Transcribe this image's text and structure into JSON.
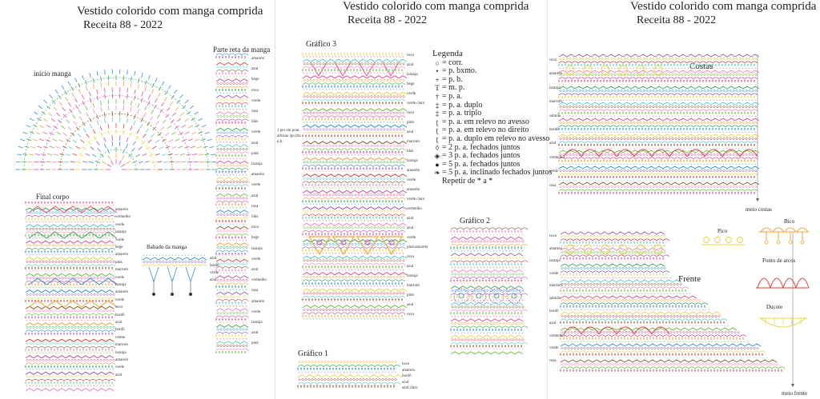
{
  "panels": [
    {
      "title": "Vestido colorido com manga comprida",
      "subtitle": "Receita  88 - 2022"
    },
    {
      "title": "Vestido colorido com manga comprida",
      "subtitle": "Receita  88 - 2022"
    },
    {
      "title": "Vestido colorido com manga comprida",
      "subtitle": "Receita  88 - 2022"
    }
  ],
  "labels": {
    "inicio_manga": "início manga",
    "parte_reta": "Parte reta da manga",
    "final_corpo": "Final corpo",
    "babado_manga": "Babado da manga",
    "grafico3": "Gráfico 3",
    "grafico2": "Gráfico 2",
    "grafico1": "Gráfico 1",
    "costas": "Costas",
    "frente": "Frente",
    "meio_costas": "meio costas",
    "meio_frente": "meio frente",
    "pico": "Pico",
    "bico": "Bico",
    "ponto_arcos": "Ponto de arcos",
    "ducote": "Ducote",
    "note_tiny": "1 pto em pont arbicas igo tita p.b."
  },
  "legend": {
    "title": "Legenda",
    "items": [
      {
        "icon": "chain-stitch-icon",
        "glyph": "○",
        "text": "= corr."
      },
      {
        "icon": "slip-stitch-icon",
        "glyph": "•",
        "text": "= p. bxmo."
      },
      {
        "icon": "single-crochet-icon",
        "glyph": "+",
        "text": "= p. b."
      },
      {
        "icon": "half-double-icon",
        "glyph": "T",
        "text": "= m. p."
      },
      {
        "icon": "double-crochet-icon",
        "glyph": "†",
        "text": "= p. a."
      },
      {
        "icon": "treble-icon",
        "glyph": "‡",
        "text": "= p. a. duplo"
      },
      {
        "icon": "double-treble-icon",
        "glyph": "‡",
        "text": "= p. a. triplo"
      },
      {
        "icon": "back-post-icon",
        "glyph": "ʈ",
        "text": "= p. a. em relevo no avesso"
      },
      {
        "icon": "front-post-icon",
        "glyph": "ʈ",
        "text": "= p. a. em relevo no direito"
      },
      {
        "icon": "front-post-treble-icon",
        "glyph": "ʈ",
        "text": "= p. a. duplo em relevo no avesso"
      },
      {
        "icon": "cluster-2-icon",
        "glyph": "◊",
        "text": "= 2 p. a. fechados juntos"
      },
      {
        "icon": "cluster-3-icon",
        "glyph": "◈",
        "text": "= 3 p. a. fechados juntos"
      },
      {
        "icon": "puff-5-icon",
        "glyph": "●",
        "text": "= 5 p. a. fechados juntos"
      },
      {
        "icon": "puff-5-incline-icon",
        "glyph": "❧",
        "text": "= 5 p. a. inclinado fechados juntos"
      },
      {
        "icon": "repeat-icon",
        "glyph": "",
        "text": "Repetir de * a *"
      }
    ]
  },
  "strip_parte_reta": [
    "amarelo",
    "azul",
    "bege",
    "roxo",
    "verde",
    "rosa",
    "lilás",
    "verde",
    "azul",
    "pink",
    "laranja",
    "amarelo",
    "verde",
    "azul",
    "rosa",
    "lilás",
    "roxo",
    "bege",
    "laranja",
    "verde",
    "azul",
    "vermelho",
    "rosa",
    "amarelo",
    "verde",
    "laranja",
    "azul",
    "pink"
  ],
  "final_corpo_labels": [
    "amarelo",
    "vermelho",
    "verde",
    "laranja",
    "verde",
    "bege",
    "amarelo",
    "pink",
    "marrom",
    "verde",
    "laranja",
    "amarelo",
    "verde",
    "roxo",
    "bordô",
    "azul",
    "bordô",
    "creme",
    "marrom",
    "laranja",
    "amarelo",
    "verde",
    "azul"
  ],
  "babado_labels": [
    "azul",
    "bordô",
    "verde",
    "azul"
  ],
  "grafico3_labels": [
    "roxo",
    "azul",
    "laranja",
    "bege",
    "verde",
    "verde claro",
    "roxo",
    "pink",
    "azul",
    "marrom",
    "lilás",
    "laranja",
    "amarelo",
    "verde",
    "amarelo",
    "verde claro",
    "vermelho",
    "azul",
    "azul",
    "verde",
    "pink/amarelo",
    "roxo",
    "azul",
    "laranja",
    "marrom",
    "pink",
    "azul",
    "roxo"
  ],
  "grafico1_labels": [
    "roxo",
    "amarelo",
    "bordô",
    "azul",
    "azul claro"
  ],
  "costas_labels": [
    "roxo",
    "amarelo",
    "laranja",
    "marrom",
    "salmão",
    "bordô",
    "azul",
    "vermelho",
    "verde",
    "rosa"
  ],
  "frente_labels": [
    "roxo",
    "amarelo",
    "laranja",
    "verde",
    "marrom",
    "salmão",
    "bordô",
    "azul",
    "vermelho",
    "verde",
    "rosa"
  ]
}
